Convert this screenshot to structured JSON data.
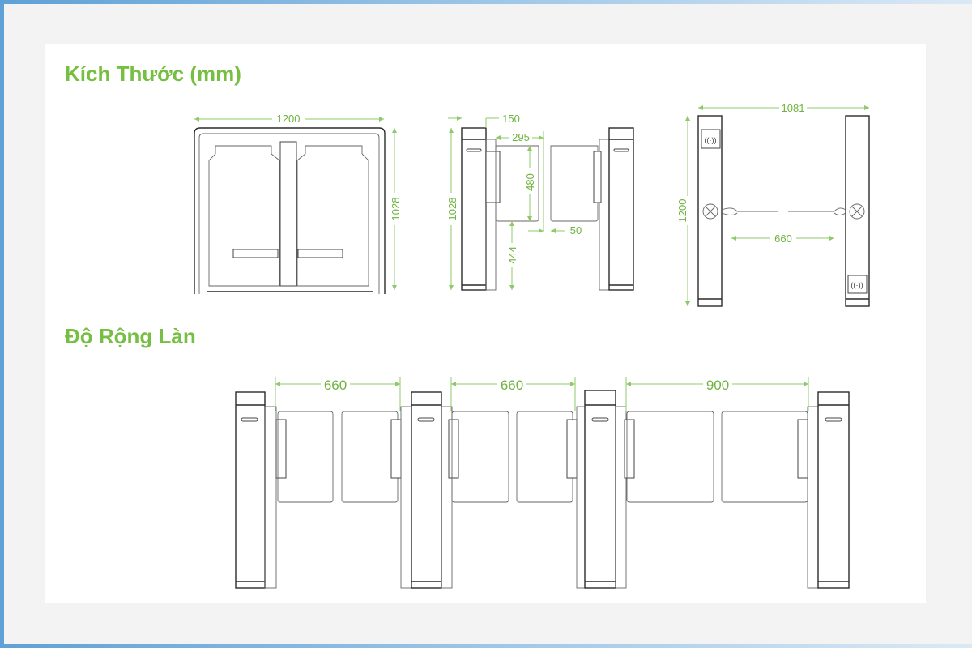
{
  "sections": {
    "dimensions_title": "Kích Thước (mm)",
    "lane_width_title": "Độ Rộng Làn"
  },
  "front_view": {
    "width": "1200",
    "height": "1028"
  },
  "side_view": {
    "height": "1028",
    "post_depth": "150",
    "flap_width": "295",
    "flap_height": "480",
    "flap_bottom": "444",
    "gap": "50"
  },
  "top_view": {
    "length": "1081",
    "width": "1200",
    "passage": "660"
  },
  "lane_view": {
    "lanes": [
      "660",
      "660",
      "900"
    ]
  },
  "colors": {
    "accent": "#77bf43",
    "border": "#5fa1d6"
  }
}
